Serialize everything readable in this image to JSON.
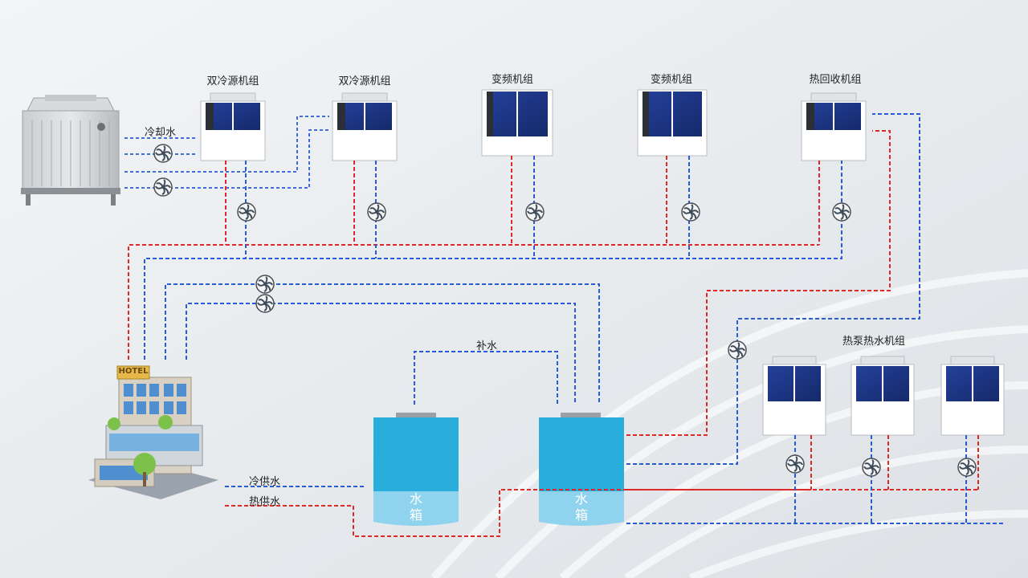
{
  "labels": {
    "unit1": "双冷源机组",
    "unit2": "双冷源机组",
    "unit3": "变频机组",
    "unit4": "变频机组",
    "unit5": "热回收机组",
    "heatpump_group": "热泵热水机组",
    "cooling_water": "冷却水",
    "makeup_water": "补水",
    "cold_supply": "冷供水",
    "hot_supply": "热供水",
    "hotel_sign": "HOTEL"
  },
  "tanks": [
    {
      "line1": "水",
      "line2": "箱"
    },
    {
      "line1": "水",
      "line2": "箱"
    }
  ],
  "colors": {
    "hot_line": "#e02828",
    "cold_line": "#2a5bd6",
    "tank_top": "#29aedb",
    "tank_bottom": "#8fd3ef",
    "unit_panel": "#1f3a8a"
  }
}
